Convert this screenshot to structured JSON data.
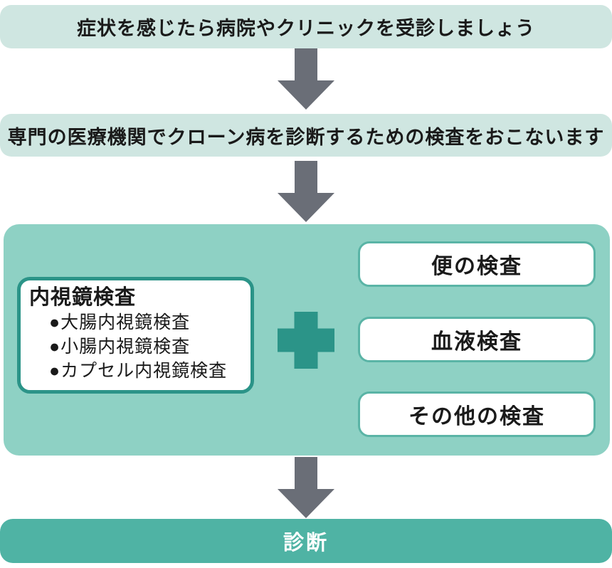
{
  "flow": {
    "steps": [
      {
        "text": "症状を感じたら病院やクリニックを受診しましょう"
      },
      {
        "text": "専門の医療機関でクローン病を診断するための検査をおこないます"
      }
    ],
    "endoscopy": {
      "title": "内視鏡検査",
      "items": [
        "●大腸内視鏡検査",
        "●小腸内視鏡検査",
        "●カプセル内視鏡検査"
      ]
    },
    "tests": [
      "便の検査",
      "血液検査",
      "その他の検査"
    ],
    "result": "診断"
  },
  "colors": {
    "banner_bg": "#cfe6e1",
    "bigbox_bg": "#8ed1c4",
    "dark_teal": "#2b9488",
    "test_border": "#5ab4a6",
    "result_bg": "#4fb3a4",
    "arrow_gray": "#6a6e77",
    "text": "#1a1a1a",
    "result_text": "#ffffff"
  }
}
